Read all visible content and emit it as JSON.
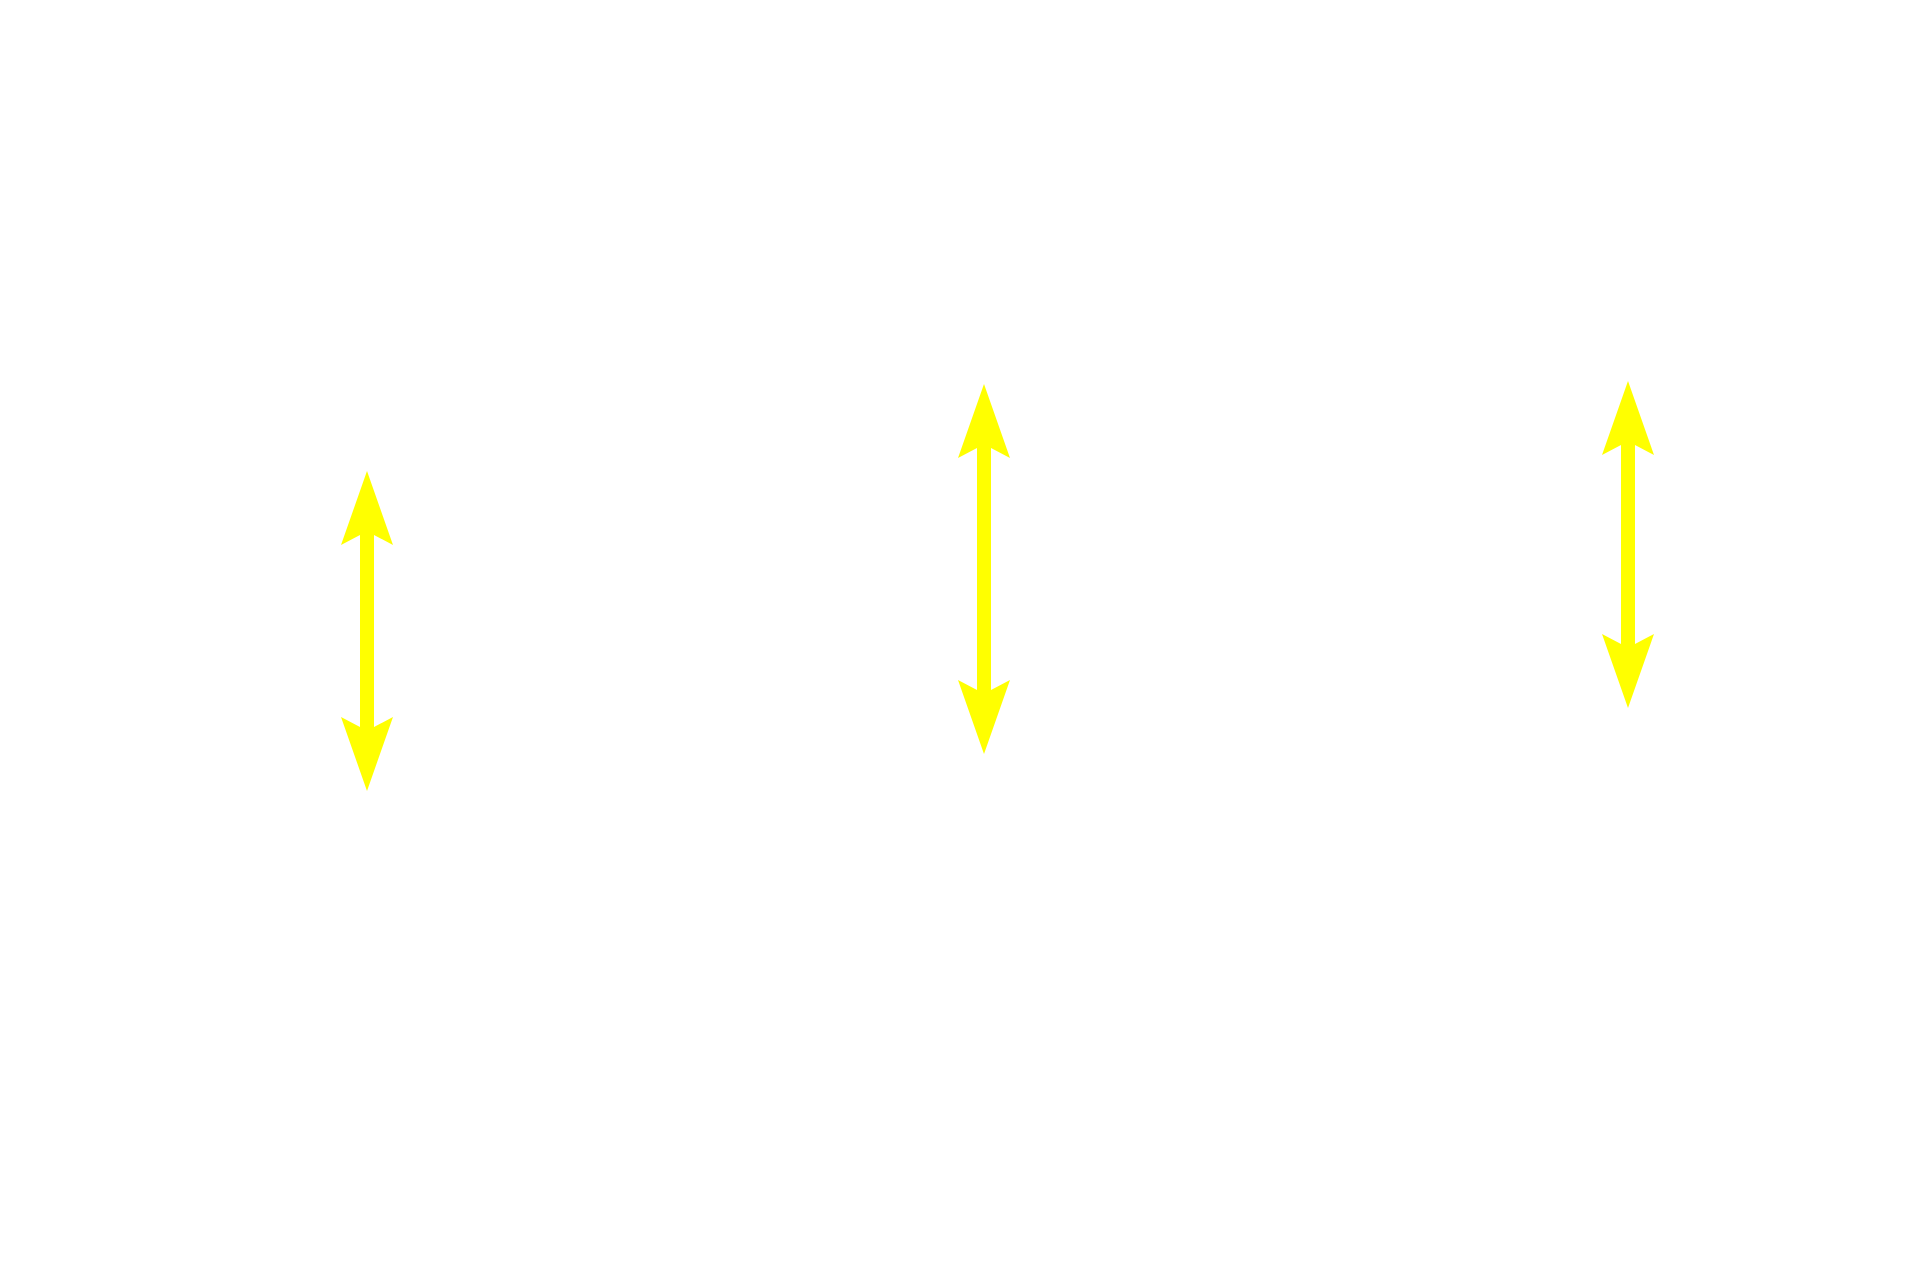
{
  "background_color": "#ffffff",
  "arrows": [
    {
      "id": "left",
      "type": "double-headed-vertical",
      "color": "#ffff00"
    },
    {
      "id": "middle",
      "type": "double-headed-vertical",
      "color": "#ffff00"
    },
    {
      "id": "right",
      "type": "double-headed-vertical",
      "color": "#ffff00"
    }
  ]
}
